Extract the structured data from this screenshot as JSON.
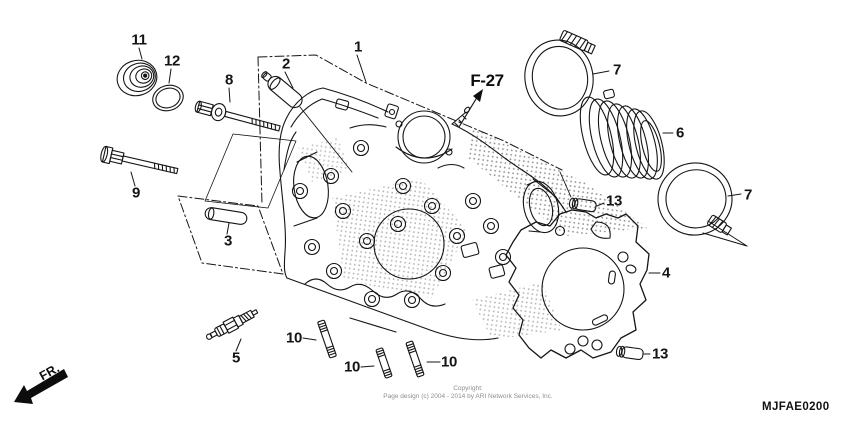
{
  "colors": {
    "ink": "#151515",
    "muted": "#8e8e8e",
    "background": "#ffffff"
  },
  "diagram": {
    "code": "MJFAE0200",
    "reference_label": "F-27",
    "front_label": "FR.",
    "copyright_line1": "Copyright:",
    "copyright_line2": "Page design (c) 2004 - 2014 by ARI Network Services, Inc."
  },
  "callouts": {
    "c1": {
      "text": "1"
    },
    "c2": {
      "text": "2"
    },
    "c3": {
      "text": "3"
    },
    "c4": {
      "text": "4"
    },
    "c5": {
      "text": "5"
    },
    "c6": {
      "text": "6"
    },
    "c7_top": {
      "text": "7"
    },
    "c7_bottom": {
      "text": "7"
    },
    "c8": {
      "text": "8"
    },
    "c9": {
      "text": "9"
    },
    "c10_a": {
      "text": "10"
    },
    "c10_b": {
      "text": "10"
    },
    "c10_c": {
      "text": "10"
    },
    "c11": {
      "text": "11"
    },
    "c12": {
      "text": "12"
    },
    "c13_right": {
      "text": "13"
    },
    "c13_bottom": {
      "text": "13"
    }
  }
}
